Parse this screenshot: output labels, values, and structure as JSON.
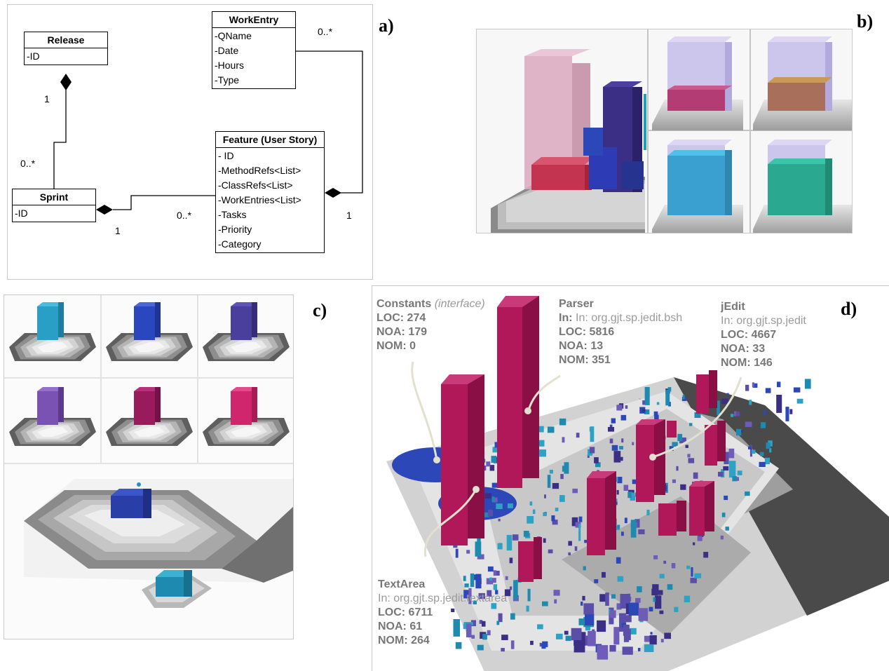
{
  "labels": {
    "a": "a)",
    "b": "b)",
    "c": "c)",
    "d": "d)"
  },
  "uml": {
    "release": {
      "name": "Release",
      "attrs": [
        "-ID"
      ]
    },
    "workentry": {
      "name": "WorkEntry",
      "attrs": [
        "-QName",
        "-Date",
        "-Hours",
        "-Type"
      ]
    },
    "feature": {
      "name": "Feature (User Story)",
      "attrs": [
        "- ID",
        "-MethodRefs<List>",
        "-ClassRefs<List>",
        "-WorkEntries<List>",
        "-Tasks",
        "-Priority",
        "-Category"
      ]
    },
    "sprint": {
      "name": "Sprint",
      "attrs": [
        "-ID"
      ]
    },
    "multiplicities": {
      "release_sprint_one": "1",
      "release_sprint_many": "0..*",
      "workentry_feature_many": "0..*",
      "workentry_feature_one": "1",
      "sprint_feature_one": "1",
      "sprint_feature_many": "0..*"
    }
  },
  "annotations": {
    "constants": {
      "name": "Constants",
      "kind": "(interface)",
      "loc": "LOC: 274",
      "noa": "NOA: 179",
      "nom": "NOM: 0"
    },
    "parser": {
      "name": "Parser",
      "in": "In: org.gjt.sp.jedit.bsh",
      "loc": "LOC: 5816",
      "noa": "NOA: 13",
      "nom": "NOM: 351"
    },
    "jedit": {
      "name": "jEdit",
      "in": "In: org.gjt.sp.jedit",
      "loc": "LOC: 4667",
      "noa": "NOA: 33",
      "nom": "NOM: 146"
    },
    "textarea": {
      "name": "TextArea",
      "in": "In: org.gjt.sp.jedit.textarea",
      "loc": "LOC: 6711",
      "noa": "NOA: 61",
      "nom": "NOM: 264"
    }
  },
  "colors": {
    "crimson": "#b0185a",
    "blue": "#2b47b8",
    "cyan": "#2ea2c4",
    "purple": "#5a4ea8",
    "teal": "#2aa890",
    "amber": "#b8865a"
  }
}
